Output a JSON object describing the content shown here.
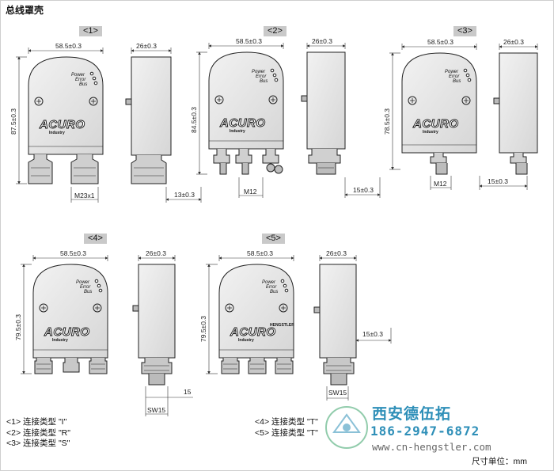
{
  "title": "总线罩壳",
  "views": [
    {
      "tag": "<1>",
      "width_label": "58.5±0.3",
      "side_width_label": "26±0.3",
      "height_label": "87.5±0.3",
      "connector_label": "M23x1",
      "shaft_label": "13±0.3"
    },
    {
      "tag": "<2>",
      "width_label": "58.5±0.3",
      "side_width_label": "26±0.3",
      "height_label": "84.5±0.3",
      "connector_label": "M12",
      "shaft_label": "15±0.3"
    },
    {
      "tag": "<3>",
      "width_label": "58.5±0.3",
      "side_width_label": "26±0.3",
      "height_label": "78.5±0.3",
      "connector_label": "M12",
      "shaft_label": "15±0.3"
    },
    {
      "tag": "<4>",
      "width_label": "58.5±0.3",
      "side_width_label": "26±0.3",
      "height_label": "79.5±0.3",
      "connector_label": "SW15",
      "shaft_label": "15"
    },
    {
      "tag": "<5>",
      "width_label": "58.5±0.3",
      "side_width_label": "26±0.3",
      "height_label": "79.5±0.3",
      "connector_label": "SW15",
      "shaft_label": "15±0.3",
      "brand_text": "HENGSTLER"
    }
  ],
  "leds": [
    "Power",
    "Error",
    "Bus"
  ],
  "logo": {
    "text": "ACURO",
    "subtext": "Industry"
  },
  "legend_left": [
    "<1> 连接类型 \"I\"",
    "<2> 连接类型 \"R\"",
    "<3> 连接类型 \"S\""
  ],
  "legend_right": [
    "<4> 连接类型 \"T\"",
    "<5> 连接类型 \"T\""
  ],
  "watermark": {
    "name": "西安德伍拓",
    "phone": "186-2947-6872",
    "website": "www.cn-hengstler.com"
  },
  "unit_label": "尺寸单位：mm",
  "colors": {
    "accent": "#2e8fb8",
    "tag_bg": "#c9c9c9"
  }
}
